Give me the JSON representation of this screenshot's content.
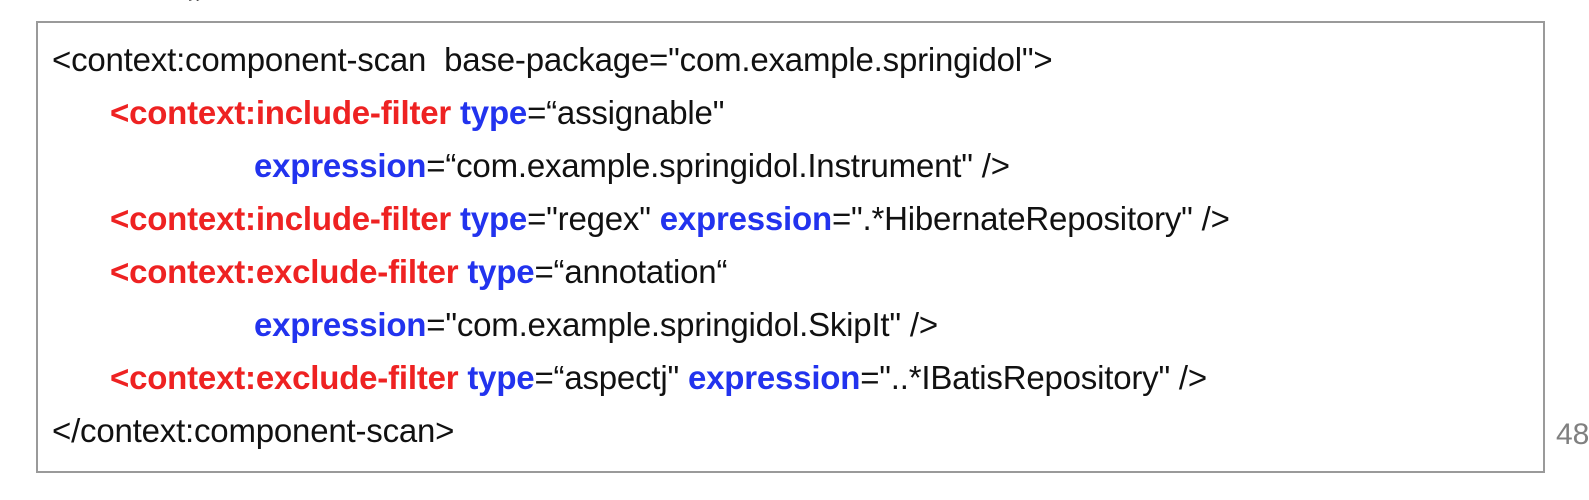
{
  "slide": {
    "top_artifact": "”",
    "page_number": "48",
    "border_color": "#9a9a9a",
    "background_color": "#ffffff",
    "colors": {
      "tag": "#ee2222",
      "attribute": "#2233ee",
      "text": "#111111",
      "page_number": "#808080"
    }
  },
  "code": {
    "language": "xml",
    "lines": [
      {
        "indent": 0,
        "spans": [
          {
            "style": "plain",
            "text": "<context:component-scan  base-package=\"com.example.springidol\">"
          }
        ]
      },
      {
        "indent": 1,
        "spans": [
          {
            "style": "tag",
            "text": "<context:include-filter "
          },
          {
            "style": "attr",
            "text": "type"
          },
          {
            "style": "plain",
            "text": "=“assignable\""
          }
        ]
      },
      {
        "indent": 2,
        "spans": [
          {
            "style": "attr",
            "text": "expression"
          },
          {
            "style": "plain",
            "text": "=“com.example.springidol.Instrument\" />"
          }
        ]
      },
      {
        "indent": 1,
        "spans": [
          {
            "style": "tag",
            "text": "<context:include-filter "
          },
          {
            "style": "attr",
            "text": "type"
          },
          {
            "style": "plain",
            "text": "=\"regex\" "
          },
          {
            "style": "attr",
            "text": "expression"
          },
          {
            "style": "plain",
            "text": "=\".*HibernateRepository\" />"
          }
        ]
      },
      {
        "indent": 1,
        "spans": [
          {
            "style": "tag",
            "text": "<context:exclude-filter "
          },
          {
            "style": "attr",
            "text": "type"
          },
          {
            "style": "plain",
            "text": "=“annotation“"
          }
        ]
      },
      {
        "indent": 2,
        "spans": [
          {
            "style": "attr",
            "text": "expression"
          },
          {
            "style": "plain",
            "text": "=\"com.example.springidol.SkipIt\" />"
          }
        ]
      },
      {
        "indent": 1,
        "spans": [
          {
            "style": "tag",
            "text": "<context:exclude-filter "
          },
          {
            "style": "attr",
            "text": "type"
          },
          {
            "style": "plain",
            "text": "=“aspectj\" "
          },
          {
            "style": "attr",
            "text": "expression"
          },
          {
            "style": "plain",
            "text": "=\"..*IBatisRepository\" />"
          }
        ]
      },
      {
        "indent": 0,
        "spans": [
          {
            "style": "plain",
            "text": "</context:component-scan>"
          }
        ]
      }
    ]
  }
}
